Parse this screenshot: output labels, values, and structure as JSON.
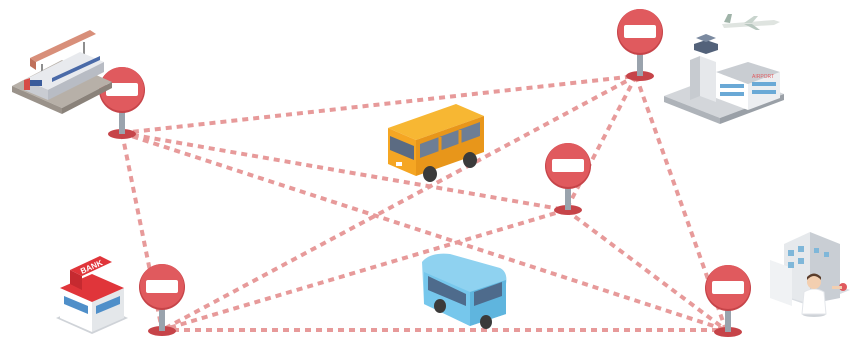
{
  "colors": {
    "route": "#e79a9a",
    "stop_sign": "#e05a5e",
    "stop_sign_edge": "#c64449",
    "bus_orange": "#f5a623",
    "bus_blue": "#76c7ec",
    "bank_red": "#e0353a",
    "train_red": "#d74b45",
    "building_gray": "#d9dde2"
  },
  "labels": {
    "bank": "BANK",
    "airport": "AIRPORT"
  },
  "icons": [
    "train-station-icon",
    "airport-icon",
    "airplane-icon",
    "bank-icon",
    "hospital-icon",
    "doctor-icon",
    "orange-bus-icon",
    "blue-bus-icon",
    "no-entry-sign-icon"
  ],
  "route_connections": [
    [
      "train-station",
      "airport"
    ],
    [
      "train-station",
      "center"
    ],
    [
      "train-station",
      "hospital"
    ],
    [
      "train-station",
      "bank"
    ],
    [
      "airport",
      "center"
    ],
    [
      "airport",
      "bank"
    ],
    [
      "airport",
      "hospital"
    ],
    [
      "center",
      "bank"
    ],
    [
      "center",
      "hospital"
    ],
    [
      "bank",
      "hospital"
    ]
  ]
}
